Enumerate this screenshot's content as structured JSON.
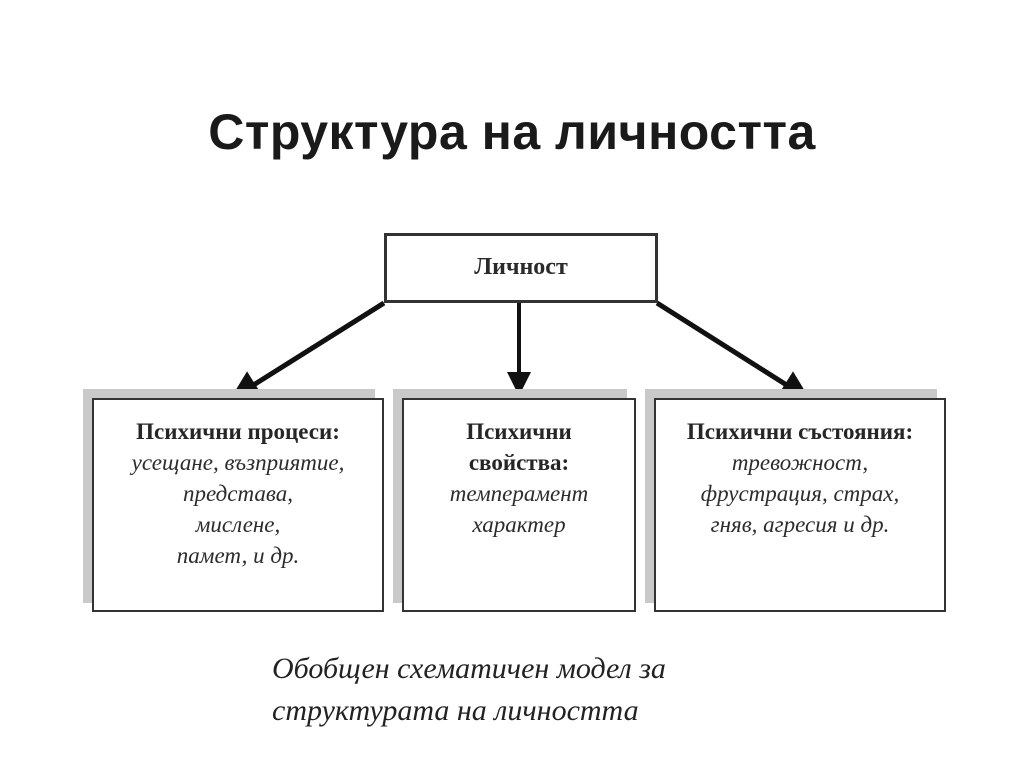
{
  "slide": {
    "title": "Структура на личността"
  },
  "diagram": {
    "root": {
      "label": "Личност"
    },
    "children": [
      {
        "heading_lines": [
          "Психични процеси:"
        ],
        "items": [
          "усещане, възприятие,",
          "представа,",
          "мислене,",
          "памет, и др."
        ]
      },
      {
        "heading_lines": [
          "Психични",
          "свойства:"
        ],
        "items": [
          "темперамент",
          "характер"
        ]
      },
      {
        "heading_lines": [
          "Психични състояния:"
        ],
        "items": [
          "тревожност,",
          "фрустрация, страх,",
          "гняв, агресия и др."
        ]
      }
    ]
  },
  "caption": {
    "lines": [
      "Обобщен схематичен модел за",
      "структурата на личността"
    ]
  },
  "colors": {
    "border": "#333333",
    "shadow": "#c9c9c9",
    "arrow": "#111111"
  }
}
